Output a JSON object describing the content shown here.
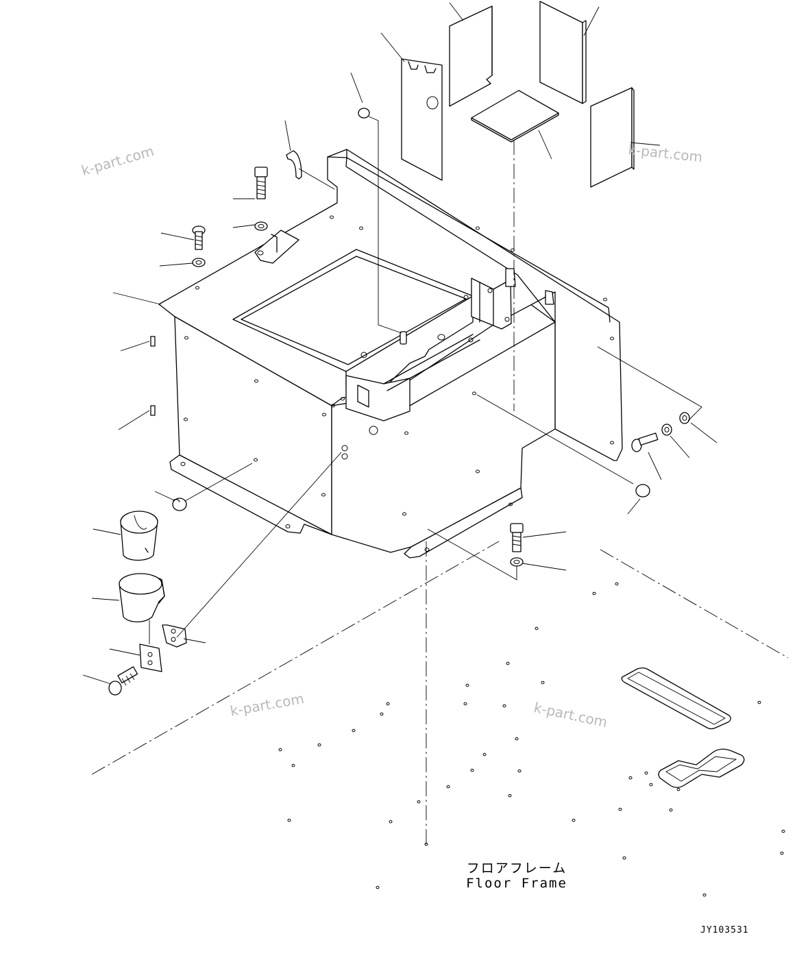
{
  "diagram": {
    "floor_label_ja": "フロアフレーム",
    "floor_label_en": "Floor Frame",
    "drawing_code": "JY103531",
    "watermarks": [
      "k-part.com",
      "k-part.com",
      "k-part.com",
      "k-part.com"
    ]
  },
  "colors": {
    "line": "#000000",
    "watermark": "#b8b8b8",
    "background": "#ffffff"
  }
}
